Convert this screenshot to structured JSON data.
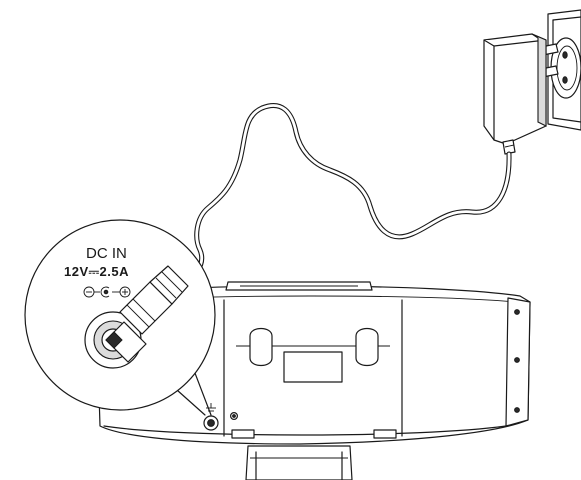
{
  "callout": {
    "port_name": "DC IN",
    "rating": "12V⎓2.5A",
    "polarity_symbol": "polarity-center-positive"
  },
  "icons": {
    "adapter": "power-adapter-icon",
    "outlet": "wall-outlet-icon",
    "dc_jack": "dc-jack-icon",
    "dc_symbol": "dc-in-symbol-icon"
  },
  "colors": {
    "line": "#1a1a1a",
    "panel_shade": "#dcdcdc",
    "background": "#ffffff"
  }
}
